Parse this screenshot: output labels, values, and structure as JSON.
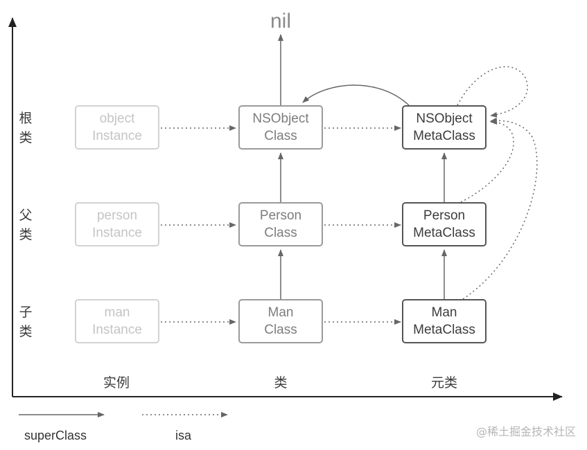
{
  "nil_label": "nil",
  "rows": [
    {
      "label": "根类",
      "instance": [
        "object",
        "Instance"
      ],
      "class": [
        "NSObject",
        "Class"
      ],
      "meta": [
        "NSObject",
        "MetaClass"
      ]
    },
    {
      "label": "父类",
      "instance": [
        "person",
        "Instance"
      ],
      "class": [
        "Person",
        "Class"
      ],
      "meta": [
        "Person",
        "MetaClass"
      ]
    },
    {
      "label": "子类",
      "instance": [
        "man",
        "Instance"
      ],
      "class": [
        "Man",
        "Class"
      ],
      "meta": [
        "Man",
        "MetaClass"
      ]
    }
  ],
  "columns": [
    "实例",
    "类",
    "元类"
  ],
  "legend": {
    "superclass": "superClass",
    "isa": "isa"
  },
  "watermark": "@稀土掘金技术社区",
  "colors": {
    "axis": "#222222",
    "instance_border": "#d2d2d2",
    "class_border": "#9a9a9a",
    "meta_border": "#555555",
    "arrow": "#666666"
  }
}
